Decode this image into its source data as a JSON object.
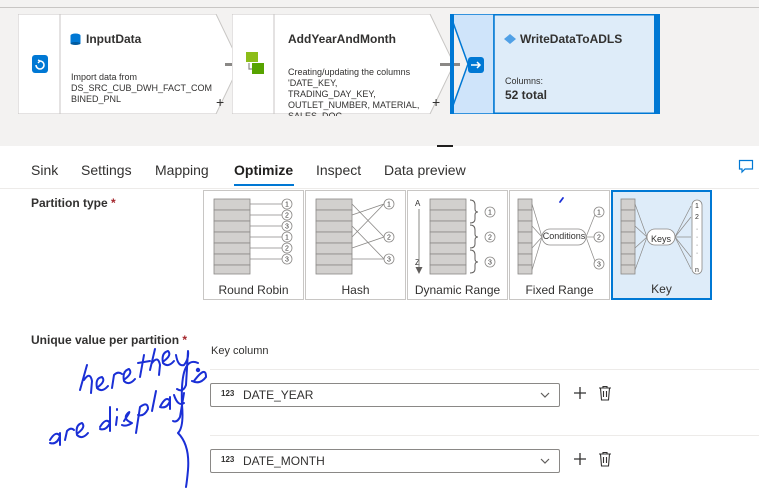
{
  "pipeline": {
    "nodes": [
      {
        "title": "InputData",
        "description": [
          "Import data from",
          "DS_SRC_CUB_DWH_FACT_COM",
          "BINED_PNL"
        ]
      },
      {
        "title": "AddYearAndMonth",
        "description": [
          "Creating/updating the columns",
          "'DATE_KEY,",
          "TRADING_DAY_KEY,",
          "OUTLET_NUMBER, MATERIAL,",
          "SALES_DOC"
        ]
      },
      {
        "title": "WriteDataToADLS",
        "columns_label": "Columns:",
        "columns_value": "52 total"
      }
    ]
  },
  "tabs": [
    "Sink",
    "Settings",
    "Mapping",
    "Optimize",
    "Inspect",
    "Data preview"
  ],
  "active_tab": "Optimize",
  "partition": {
    "label": "Partition type",
    "required_mark": "*",
    "options": [
      {
        "label": "Round Robin"
      },
      {
        "label": "Hash"
      },
      {
        "label": "Dynamic Range"
      },
      {
        "label": "Fixed Range",
        "diagram_text": "Conditions"
      },
      {
        "label": "Key",
        "diagram_text": "Keys",
        "selected": true
      }
    ]
  },
  "unique": {
    "label": "Unique value per partition",
    "required_mark": "*",
    "key_column_label": "Key column",
    "keys": [
      {
        "type": "123",
        "value": "DATE_YEAR"
      },
      {
        "type": "123",
        "value": "DATE_MONTH"
      }
    ]
  },
  "annotation": {
    "color": "#1a2fd6"
  }
}
